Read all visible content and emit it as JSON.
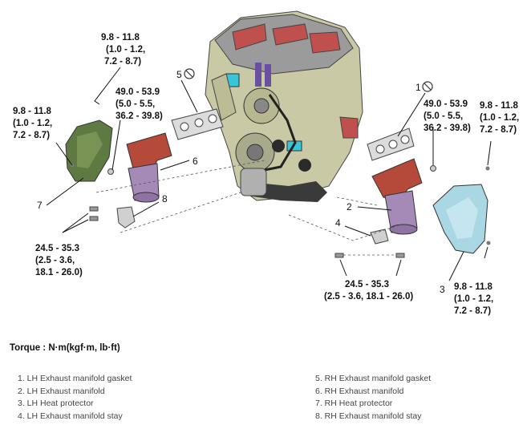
{
  "callouts": {
    "n1": "1",
    "n2": "2",
    "n3": "3",
    "n4": "4",
    "n5": "5",
    "n6": "6",
    "n7": "7",
    "n8": "8"
  },
  "torques": {
    "top_center": [
      "9.8 - 11.8",
      "(1.0 - 1.2,",
      "7.2 - 8.7)"
    ],
    "left": [
      "9.8 - 11.8",
      "(1.0 - 1.2,",
      "7.2 - 8.7)"
    ],
    "center_left": [
      "49.0 - 53.9",
      "(5.0 - 5.5,",
      "36.2 - 39.8)"
    ],
    "center_right": [
      "49.0 - 53.9",
      "(5.0 - 5.5,",
      "36.2 - 39.8)"
    ],
    "top_right": [
      "9.8 - 11.8",
      "(1.0 - 1.2,",
      "7.2 - 8.7)"
    ],
    "lower_left": [
      "24.5 - 35.3",
      "(2.5 - 3.6,",
      "18.1 - 26.0)"
    ],
    "lower_center": [
      "24.5 - 35.3",
      "(2.5 - 3.6, 18.1 - 26.0)"
    ],
    "lower_right": [
      "9.8 - 11.8",
      "(1.0 - 1.2,",
      "7.2 - 8.7)"
    ]
  },
  "torque_heading": "Torque : N·m(kgf·m, lb·ft)",
  "legend": {
    "left": [
      "1. LH Exhaust manifold gasket",
      "2. LH Exhaust manifold",
      "3. LH Heat protector",
      "4. LH Exhaust manifold stay"
    ],
    "right": [
      "5. RH Exhaust manifold gasket",
      "6. RH Exhaust manifold",
      "7. RH Heat protector",
      "8. RH Exhaust manifold stay"
    ]
  },
  "colors": {
    "engine_body": "#c9c9a6",
    "engine_dark": "#3a3a3a",
    "intake_red": "#c0504d",
    "accent_cyan": "#37c6d8",
    "accent_purple": "#6b4fa0",
    "heat_shield_green": "#5e7a42",
    "heat_shield_blue": "#a9d7e3",
    "manifold_red": "#b54a3a",
    "catalyst_purple": "#a58ab8",
    "gasket_gray": "#dcdcdc"
  }
}
